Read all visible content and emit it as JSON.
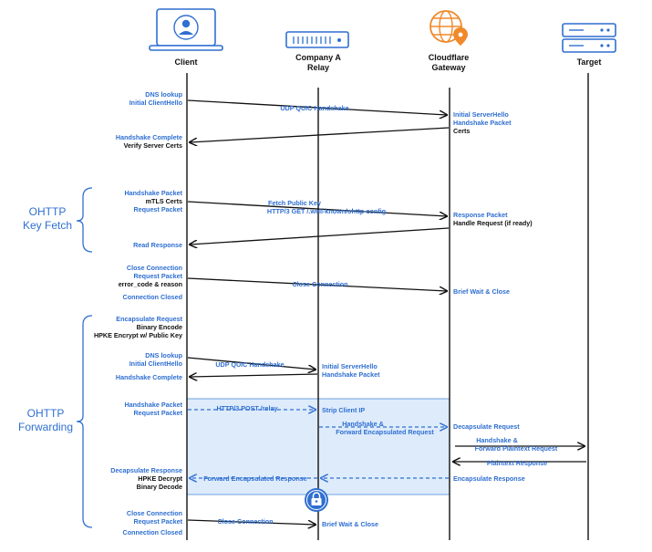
{
  "participants": {
    "client": "Client",
    "relay_line1": "Company A",
    "relay_line2": "Relay",
    "gateway_line1": "Cloudflare",
    "gateway_line2": "Gateway",
    "target": "Target"
  },
  "groups": {
    "key_fetch_line1": "OHTTP",
    "key_fetch_line2": "Key Fetch",
    "forwarding_line1": "OHTTP",
    "forwarding_line2": "Forwarding"
  },
  "colors": {
    "accent_blue": "#2f6fd1",
    "shaded_box": "#deebfb",
    "shaded_border": "#6fa0e0",
    "orange": "#f0892b"
  },
  "labels": {
    "l1": "DNS lookup",
    "l2": "Initial ClientHello",
    "l3": "UDP QUIC Handshake",
    "l4": "Initial ServerHello",
    "l5": "Handshake Packet",
    "l6": "Certs",
    "l7": "Handshake Complete",
    "l8": "Verify Server Certs",
    "l9": "Handshake Packet",
    "l10": "mTLS Certs",
    "l11": "Request Packet",
    "l12": "Fetch Public Key",
    "l13": "HTTP/3 GET /.well-known/ohttp-config",
    "l14": "Response Packet",
    "l15": "Handle Request (if ready)",
    "l16": "Read Response",
    "l17": "Close Connection",
    "l18": "Request Packet",
    "l19": "error_code & reason",
    "l20": "Close Connection",
    "l21": "Brief Wait & Close",
    "l22": "Connection Closed",
    "l23": "Encapsulate Request",
    "l24": "Binary Encode",
    "l25": "HPKE Encrypt w/ Public Key",
    "l26": "DNS lookup",
    "l27": "Initial ClientHello",
    "l28": "UDP QUIC Handshake",
    "l29": "Initial ServerHello",
    "l30": "Handshake Packet",
    "l31": "Handshake Complete",
    "l32": "Handshake Packet",
    "l33": "Request Packet",
    "l34": "HTTP/3 POST /relay",
    "l35": "Strip Client IP",
    "l36": "Handshake &",
    "l37": "Forward Encapsulated Request",
    "l38": "Decapsulate Request",
    "l39": "Handshake &",
    "l40": "Forward Plaintext Request",
    "l41": "Plaintext Response",
    "l42": "Decapsulate Response",
    "l43": "HPKE Decrypt",
    "l44": "Binary Decode",
    "l45": "Forward Encapsulated Response",
    "l46": "Encapsulate Response",
    "l47": "Close Connection",
    "l48": "Request Packet",
    "l49": "Close Connection",
    "l50": "Brief Wait & Close",
    "l51": "Connection Closed"
  }
}
